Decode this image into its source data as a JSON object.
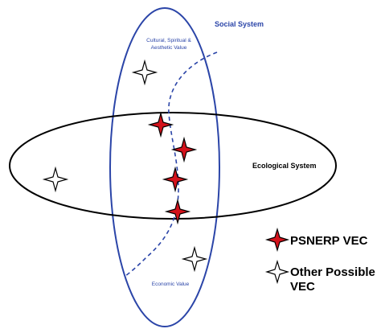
{
  "colors": {
    "social_ellipse": "#2b45a8",
    "ecological_ellipse": "#000000",
    "psnerp_fill": "#d3121b",
    "other_fill": "#ffffff",
    "star_outline": "#000000",
    "label_blue": "#2b45a8",
    "label_black": "#000000"
  },
  "systems": {
    "social": "Social System",
    "ecological": "Ecological System"
  },
  "value_labels": {
    "cultural_line1": "Cultural, Spiritual &",
    "cultural_line2": "Aesthetic Value",
    "economic": "Economic Value"
  },
  "legend": {
    "psnerp": "PSNERP VEC",
    "other_line1": "Other Possible",
    "other_line2": "VEC"
  },
  "markers": [
    {
      "type": "other",
      "system": "social"
    },
    {
      "type": "psnerp",
      "system": "social & ecological"
    },
    {
      "type": "psnerp",
      "system": "social & ecological"
    },
    {
      "type": "psnerp",
      "system": "social & ecological"
    },
    {
      "type": "psnerp",
      "system": "social & ecological"
    },
    {
      "type": "other",
      "system": "ecological"
    },
    {
      "type": "other",
      "system": "social"
    }
  ]
}
